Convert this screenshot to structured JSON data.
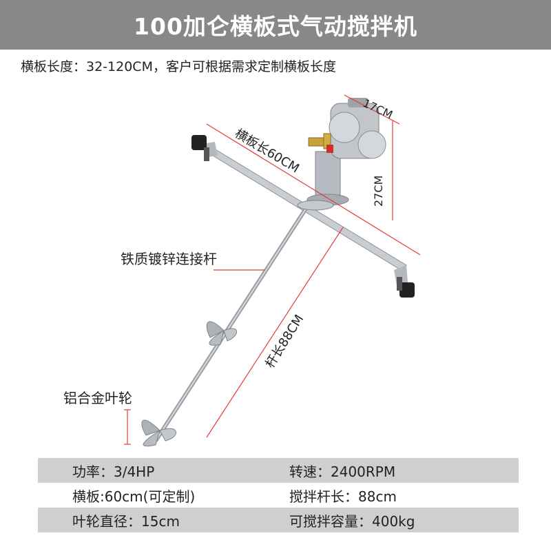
{
  "title": "100加仑横板式气动搅拌机",
  "subtitle": "横板长度：32-120CM，客户可根据需求定制横板长度",
  "labels": {
    "width_dim": "17CM",
    "plate_dim": "横板长60CM",
    "height_dim": "27CM",
    "rod_dim": "杆长88CM",
    "rod_material": "铁质镀锌连接杆",
    "impeller": "铝合金叶轮"
  },
  "specs": [
    {
      "left": "功率：3/4HP",
      "right": "转速：2400RPM"
    },
    {
      "left": "横板:60cm(可定制)",
      "right": "搅拌杆长：88cm"
    },
    {
      "left": "叶轮直径：15cm",
      "right": "可搅拌容量：400kg"
    }
  ],
  "colors": {
    "title_bg": "#888888",
    "row_shade": "#cfcfcf",
    "dimension_line": "#e23c3c"
  }
}
